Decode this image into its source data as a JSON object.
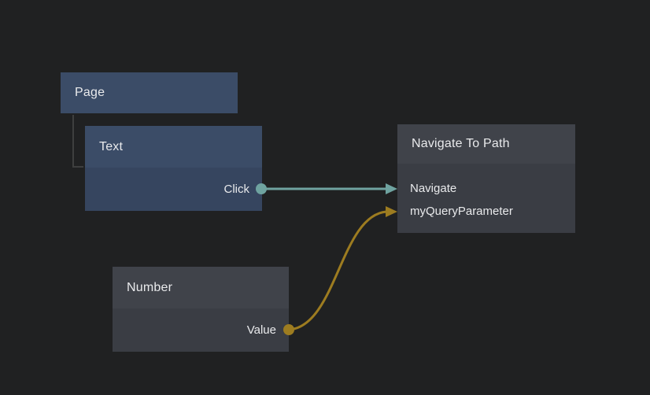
{
  "canvas": {
    "background": "#202122",
    "hierarchy_line_color": "#3e3f3f"
  },
  "palette": {
    "visual_node_header": "#3b4c67",
    "visual_node_body": "#36455f",
    "logic_node_header": "#40434a",
    "logic_node_body": "#3a3d44",
    "label_text": "#e9eaec"
  },
  "nodes": {
    "page": {
      "title": "Page"
    },
    "text": {
      "title": "Text",
      "outputs": {
        "click": "Click"
      }
    },
    "navigate_to_path": {
      "title": "Navigate To Path",
      "inputs": {
        "navigate": "Navigate",
        "my_query_parameter": "myQueryParameter"
      }
    },
    "number": {
      "title": "Number",
      "outputs": {
        "value": "Value"
      }
    }
  },
  "connections": [
    {
      "from": "Text.Click",
      "to": "Navigate To Path.Navigate",
      "color": "#6fa3a0"
    },
    {
      "from": "Number.Value",
      "to": "Navigate To Path.myQueryParameter",
      "color": "#9d7c20"
    }
  ]
}
